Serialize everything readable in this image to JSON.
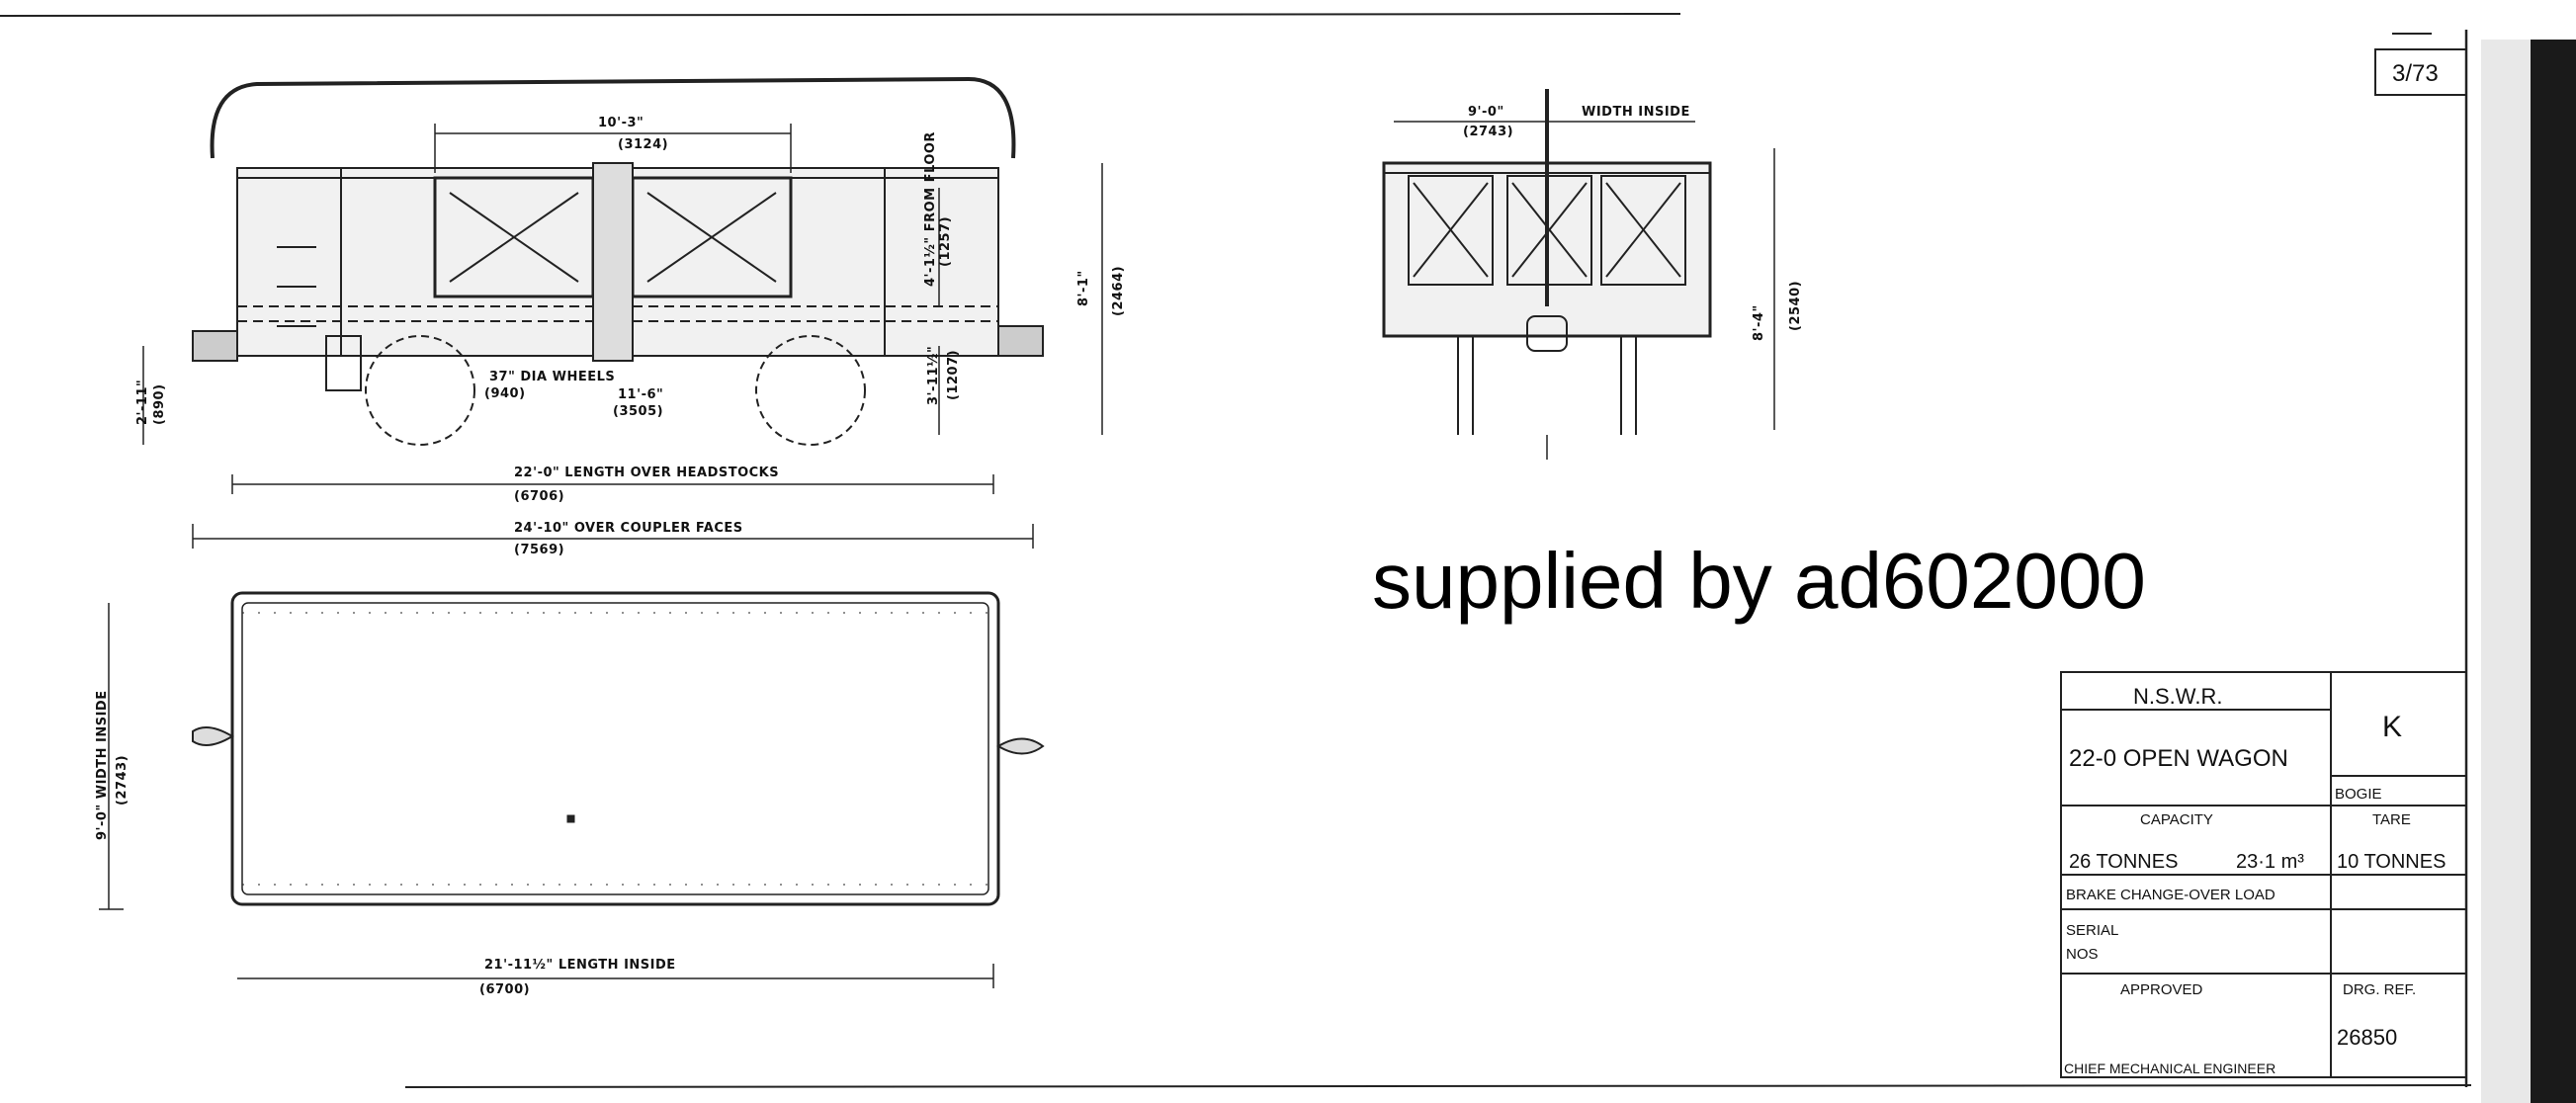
{
  "sheet": {
    "number": "3/73"
  },
  "watermark": "supplied by ad602000",
  "side_view": {
    "door_opening": "10'-3\"",
    "door_opening_mm": "(3124)",
    "height_over_floor": "4'-1½\" FROM FLOOR",
    "height_over_floor_mm": "(1257)",
    "overall_height": "8'-1\"",
    "overall_height_mm": "(2464)",
    "buffer_height": "2'-11\"",
    "buffer_height_mm": "(890)",
    "wheels": "37\" DIA WHEELS",
    "wheels_mm": "(940)",
    "wheelbase": "11'-6\"",
    "wheelbase_mm": "(3505)",
    "floor_height": "3'-11½\"",
    "floor_height_mm": "(1207)",
    "headstocks": "22'-0\" LENGTH OVER HEADSTOCKS",
    "headstocks_mm": "(6706)",
    "couplers": "24'-10\" OVER COUPLER FACES",
    "couplers_mm": "(7569)"
  },
  "end_view": {
    "width_inside": "9'-0\"",
    "width_label": "WIDTH INSIDE",
    "width_mm": "(2743)",
    "height": "8'-4\"",
    "height_mm": "(2540)"
  },
  "plan_view": {
    "width_inside": "9'-0\" WIDTH INSIDE",
    "width_mm": "(2743)",
    "length_inside": "21'-11½\" LENGTH INSIDE",
    "length_mm": "(6700)"
  },
  "title_block": {
    "railway": "N.S.W.R.",
    "class_code": "K",
    "title": "22-0 OPEN WAGON",
    "bogie": "BOGIE",
    "capacity_label": "CAPACITY",
    "tare_label": "TARE",
    "capacity_tonnes": "26 TONNES",
    "capacity_volume": "23·1 m³",
    "tare": "10 TONNES",
    "brake": "BRAKE CHANGE-OVER LOAD",
    "serial_1": "SERIAL",
    "serial_2": "NOS",
    "approved": "APPROVED",
    "drg_ref_label": "DRG. REF.",
    "drg_ref": "26850",
    "engineer": "CHIEF MECHANICAL ENGINEER"
  }
}
